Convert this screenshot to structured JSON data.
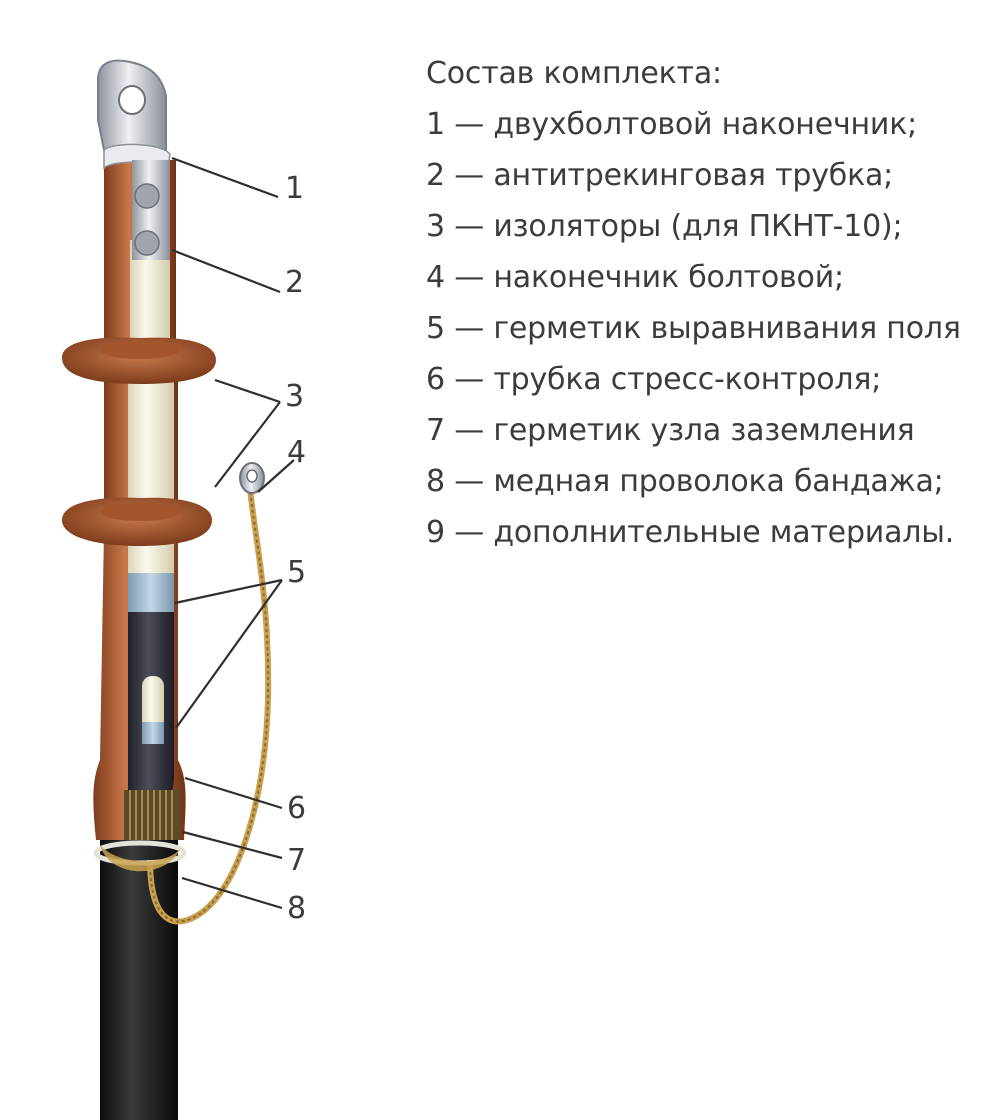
{
  "legend": {
    "title": "Состав комплекта:",
    "items": [
      {
        "num": "1",
        "text": "1 — двухболтовой наконечник;"
      },
      {
        "num": "2",
        "text": "2 — антитрекинговая трубка;"
      },
      {
        "num": "3",
        "text": "3 — изоляторы (для ПКНТ-10);"
      },
      {
        "num": "4",
        "text": "4 — наконечник болтовой;"
      },
      {
        "num": "5",
        "text": "5 — герметик выравнивания поля"
      },
      {
        "num": "6",
        "text": "6 — трубка стресс-контроля;"
      },
      {
        "num": "7",
        "text": "7 — герметик узла заземления"
      },
      {
        "num": "8",
        "text": "8 — медная проволока бандажа;"
      },
      {
        "num": "9",
        "text": "9 — дополнительные материалы."
      }
    ]
  },
  "callouts": [
    "1",
    "2",
    "3",
    "4",
    "5",
    "6",
    "7",
    "8"
  ],
  "colors": {
    "text": "#3c3c3c",
    "heat_shrink": "#b5683f",
    "cable_jacket": "#1e1e1e",
    "insulation": "#f3f0dc",
    "stress_control": "#3a3a44",
    "copper_wire": "#c8a050",
    "lug": "#c9ccd2"
  }
}
